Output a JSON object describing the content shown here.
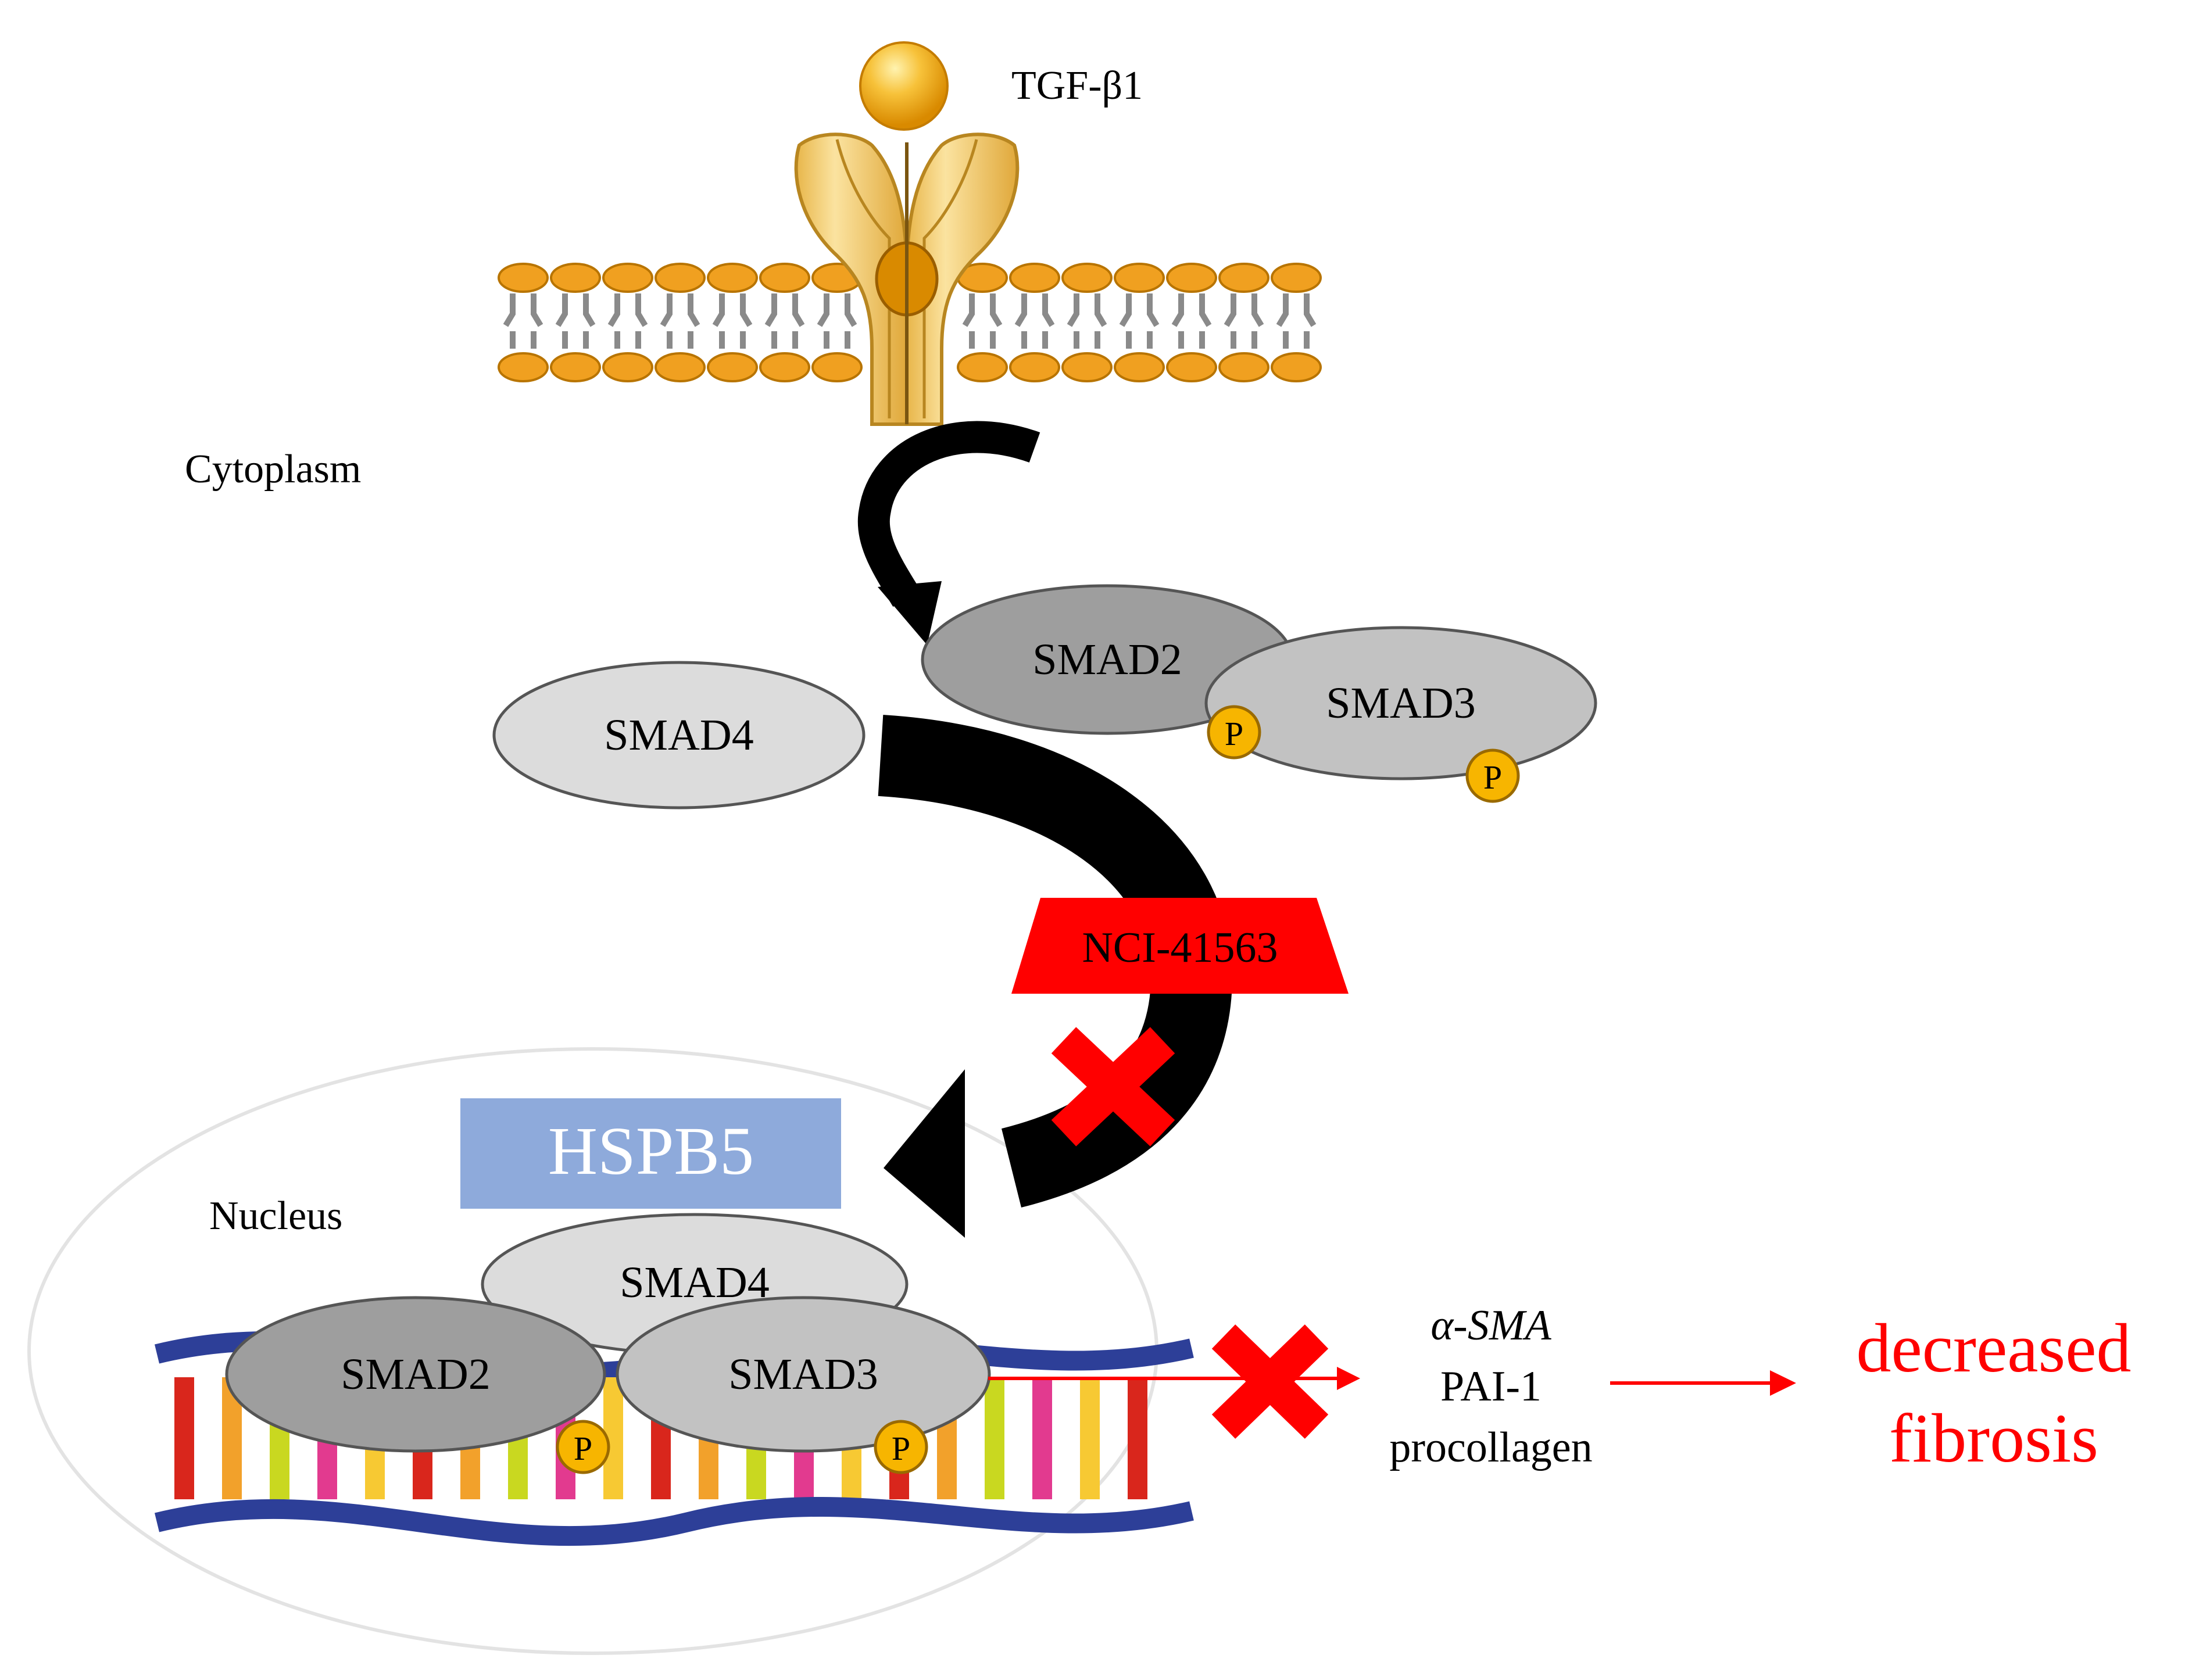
{
  "labels": {
    "ligand": "TGF-β1",
    "cytoplasm": "Cytoplasm",
    "nucleus": "Nucleus",
    "inhibitor": "NCI-41563",
    "hspb5": "HSPB5",
    "decreased_line1": "decreased",
    "decreased_line2": "fibrosis"
  },
  "proteins": {
    "cyto_smad2": "SMAD2",
    "cyto_smad3": "SMAD3",
    "cyto_smad4": "SMAD4",
    "nuc_smad4": "SMAD4",
    "nuc_smad2": "SMAD2",
    "nuc_smad3": "SMAD3",
    "phospho": "P"
  },
  "targets": [
    "α-SMA",
    "PAI-1",
    "procollagen"
  ],
  "colors": {
    "membrane_head": "#f0a020",
    "receptor": "#f5cc6a",
    "smad2": "#9e9e9e",
    "smad3": "#c2c2c2",
    "smad4": "#dcdcdc",
    "phospho": "#f7b500",
    "inhibitor": "#ff0000",
    "hspb5_box": "#8eaadb",
    "hspb5_text": "#ffffff",
    "block_x": "#ff0000",
    "outcome": "#ff0000"
  }
}
